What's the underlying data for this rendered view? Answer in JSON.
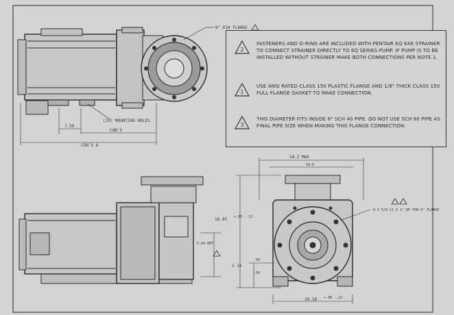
{
  "notes": [
    {
      "number": "2",
      "text": "FASTENERS AND O-RING ARE INCLUDED WITH PENTAIR EQ 6X6 STRAINER TO CONNECT STRAINER DIRECTLY TO EQ SERIES PUMP. IF PUMP IS TO BE INSTALLED WITHOUT STRAINER MAKE BOTH CONNECTIONS PER NOTE 1."
    },
    {
      "number": "1",
      "text": "USE ANSI RATED CLASS 150 PLASTIC FLANGE AND 1/8\" THICK CLASS 150 FULL FLANGE GASKET TO MAKE CONNECTION."
    },
    {
      "number": "3",
      "text": "THIS DIAMETER FITS INSIDE 6\" SCH 40 PIPE. DO NOT USE SCH 80 PIPE AS FINAL PIPE SIZE WHEN MAKING THIS FLANGE CONNECTION."
    }
  ],
  "dimensions": {
    "flange_callout": "6\" DIA FLANGE",
    "mounting_holes": "(2X) MOUNTING HOLES",
    "dim_7_50": "7.50",
    "dim_bolt_span": "CON'S",
    "overall_length": "CON'S A",
    "width_max": "14.2 MAX",
    "width_sub": "10.0",
    "height_main": "16.85",
    "height_tol": "+.03 -.13",
    "side_height": "5.94 REF",
    "base_height": "2.10",
    "base_tol": ".50",
    "base_sub": ".50",
    "bottom_width": "10.10",
    "bottom_tol": "+.00 -.12",
    "bolt_spec": "8 X 5/8-11 X 1\" DP FOR 6\" FLANGE"
  }
}
